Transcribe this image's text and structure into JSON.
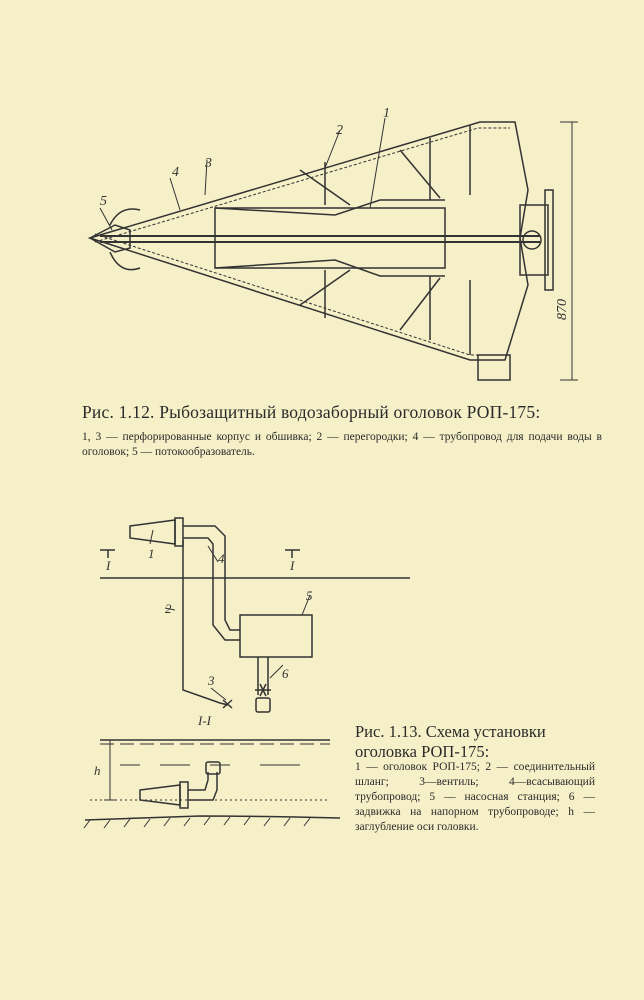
{
  "figure1": {
    "caption_title": "Рис. 1.12. Рыбозащитный водозаборный оголовок РОП-175:",
    "caption_text": "1, 3 — перфорированные корпус и обшивка; 2 — перегородки; 4 — трубопровод для подачи воды в оголовок; 5 — потокообразователь.",
    "labels": {
      "l1": "1",
      "l2": "2",
      "l3": "3",
      "l4": "4",
      "l5": "5",
      "dim": "870"
    }
  },
  "figure2": {
    "caption_title": "Рис. 1.13. Схема установки оголовка РОП-175:",
    "caption_text": "1 — оголовок РОП-175; 2 — соединительный шланг; 3—вентиль; 4—всасывающий трубопровод; 5 — насосная станция; 6 — задвижка на напорном трубопроводе; h — заглубление оси головки.",
    "labels": {
      "l1": "1",
      "l2": "2",
      "l3": "3",
      "l4": "4",
      "l5": "5",
      "l6": "6",
      "section_left": "I",
      "section_right": "I",
      "section_title": "I-I",
      "h": "h"
    }
  }
}
